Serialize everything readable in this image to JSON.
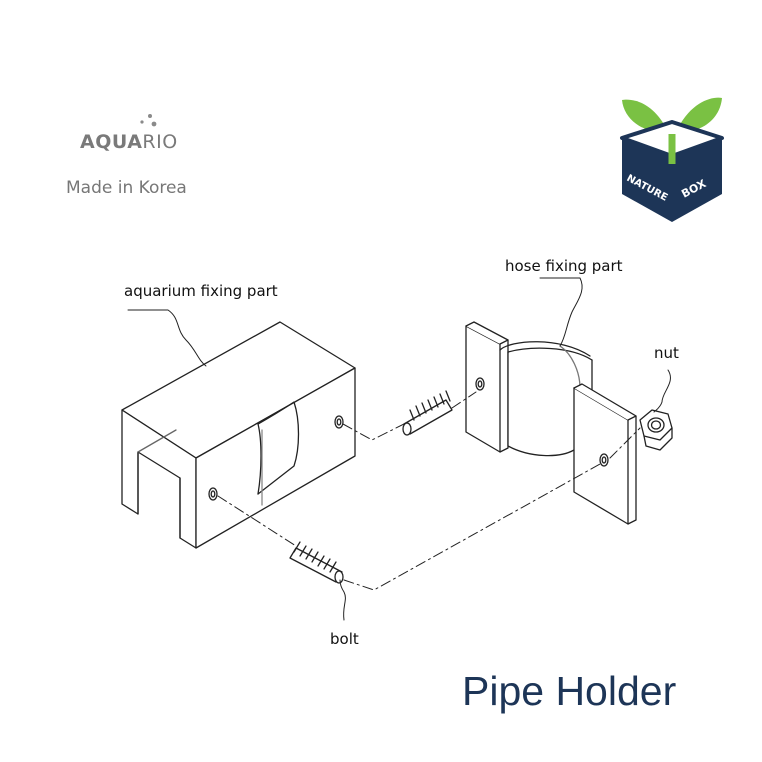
{
  "brand": {
    "name_part1": "AQUA",
    "name_part2": "RIO",
    "tagline": "Made in Korea"
  },
  "logo": {
    "line1": "NATURE",
    "line2": "BOX",
    "icon": "sprout-box-logo",
    "navy": "#1d3557",
    "green": "#7ac143"
  },
  "labels": {
    "aquarium_part": "aquarium fixing part",
    "hose_part": "hose fixing part",
    "nut": "nut",
    "bolt": "bolt"
  },
  "title": "Pipe Holder"
}
